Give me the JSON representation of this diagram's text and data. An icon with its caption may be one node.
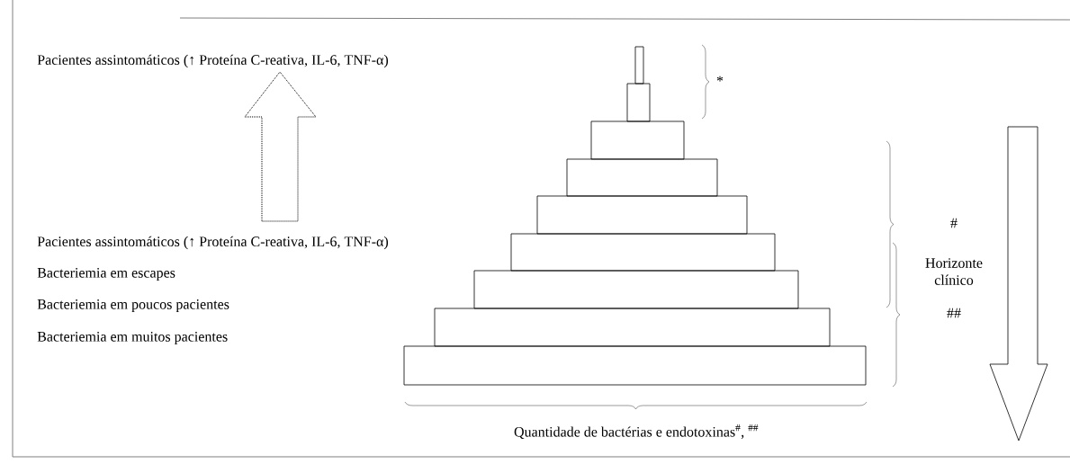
{
  "diagram": {
    "nodes": [
      {
        "text": [],
        "shape": "bar"
      },
      {
        "text": [],
        "shape": "bar"
      },
      {
        "text": [],
        "shape": "bar"
      },
      {
        "text": [],
        "shape": "bar"
      },
      {
        "text": [],
        "shape": "bar"
      },
      {
        "text": [],
        "shape": "bar"
      },
      {
        "text": [],
        "shape": "bar"
      },
      {
        "text": [],
        "shape": "bar"
      },
      {
        "text": [],
        "shape": "bar"
      }
    ],
    "labels": [
      "Pacientes assintomáticos (↑ Proteína C-reativa, IL-6, TNF-α)",
      "*",
      "#",
      "Pacientes assintomáticos (↑ Proteína C-reativa, IL-6, TNF-α)",
      "Horizonte clínico",
      "Bacteriemia em escapes",
      "##",
      "Bacteriemia em poucos pacientes",
      "Bacteriemia em muitos pacientes",
      "Quantidade de bactérias e endotoxinas$^{#}$, $^{##}$"
    ]
  }
}
